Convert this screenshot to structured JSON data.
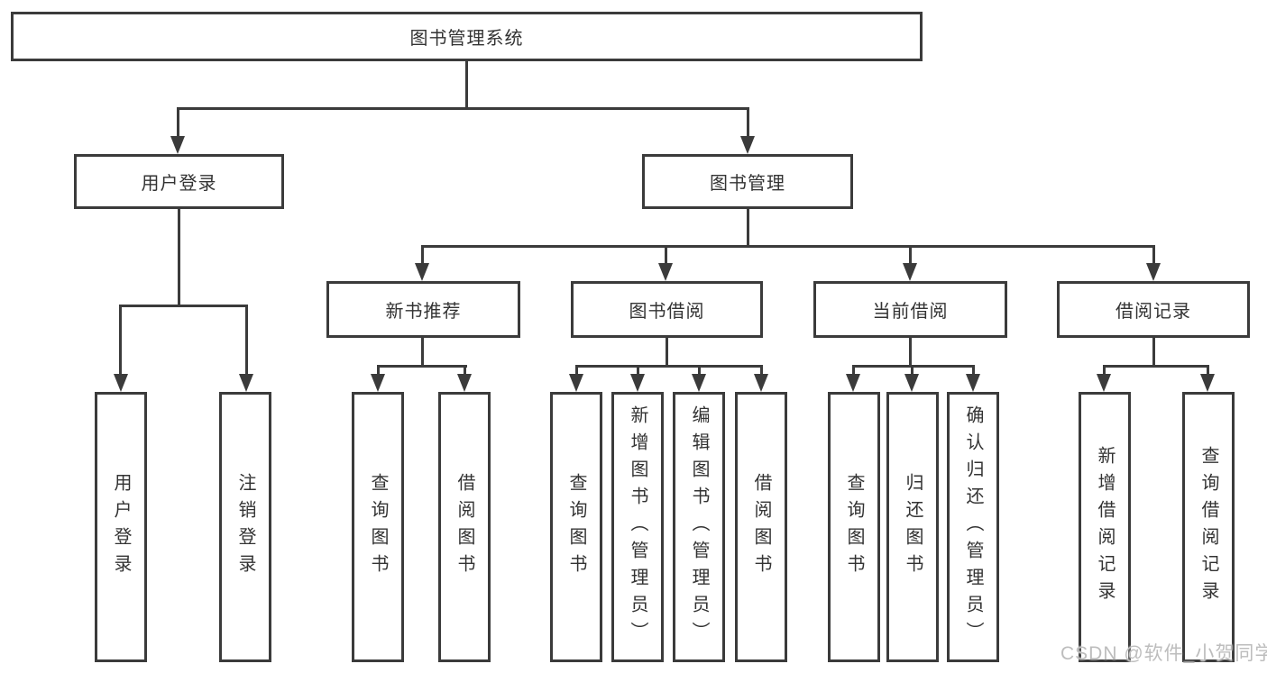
{
  "diagram": {
    "title": "图书管理系统",
    "root": "图书管理系统",
    "branches": [
      {
        "label": "用户登录",
        "children": [
          "用户登录",
          "注销登录"
        ]
      },
      {
        "label": "图书管理",
        "groups": [
          {
            "label": "新书推荐",
            "children": [
              "查询图书",
              "借阅图书"
            ]
          },
          {
            "label": "图书借阅",
            "children": [
              "查询图书",
              "新增图书（管理员）",
              "编辑图书（管理员）",
              "借阅图书"
            ]
          },
          {
            "label": "当前借阅",
            "children": [
              "查询图书",
              "归还图书",
              "确认归还（管理员）"
            ]
          },
          {
            "label": "借阅记录",
            "children": [
              "新增借阅记录",
              "查询借阅记录"
            ]
          }
        ]
      }
    ]
  },
  "watermark": "CSDN @软件_小贺同学",
  "colors": {
    "line": "#3b3b3b",
    "text": "#333333",
    "watermark": "#bdbdbd",
    "background": "#ffffff"
  }
}
